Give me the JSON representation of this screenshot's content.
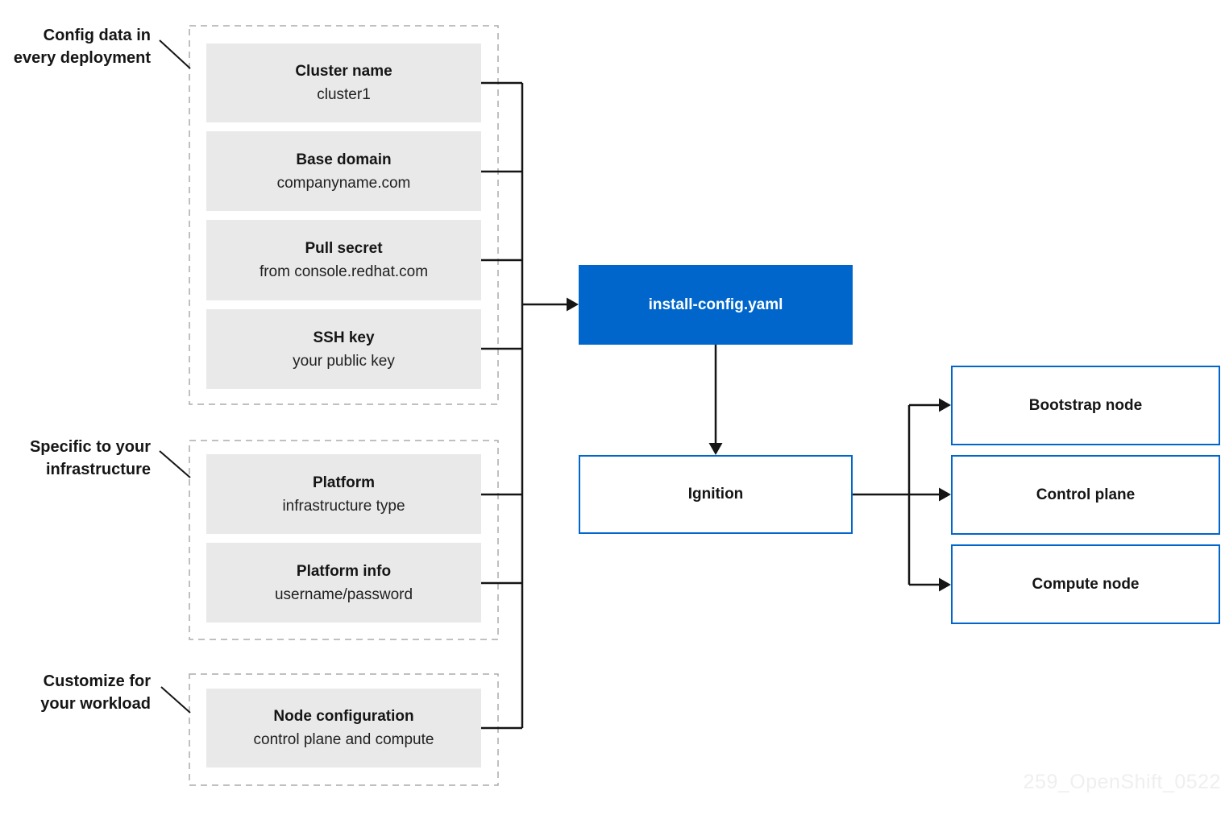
{
  "colors": {
    "accent_blue": "#0066cc",
    "box_gray": "#e9e9e9",
    "line_black": "#151515",
    "dashed_border_gray": "#ababab",
    "watermark_gray": "#efefef"
  },
  "annotations": [
    {
      "line1": "Config data in",
      "line2": "every deployment"
    },
    {
      "line1": "Specific to your",
      "line2": "infrastructure"
    },
    {
      "line1": "Customize for",
      "line2": "your workload"
    }
  ],
  "groups": [
    {
      "name": "config-data-in-every-deployment",
      "boxes": [
        {
          "title": "Cluster name",
          "subtitle": "cluster1"
        },
        {
          "title": "Base domain",
          "subtitle": "companyname.com"
        },
        {
          "title": "Pull secret",
          "subtitle": "from console.redhat.com"
        },
        {
          "title": "SSH key",
          "subtitle": "your public key"
        }
      ]
    },
    {
      "name": "specific-to-infrastructure",
      "boxes": [
        {
          "title": "Platform",
          "subtitle": "infrastructure type"
        },
        {
          "title": "Platform info",
          "subtitle": "username/password"
        }
      ]
    },
    {
      "name": "customize-for-workload",
      "boxes": [
        {
          "title": "Node configuration",
          "subtitle": "control plane and compute"
        }
      ]
    }
  ],
  "flow": {
    "config_file_label": "install-config.yaml",
    "ignition_label": "Ignition",
    "nodes": [
      {
        "label": "Bootstrap node"
      },
      {
        "label": "Control plane"
      },
      {
        "label": "Compute node"
      }
    ]
  },
  "watermark": "259_OpenShift_0522"
}
